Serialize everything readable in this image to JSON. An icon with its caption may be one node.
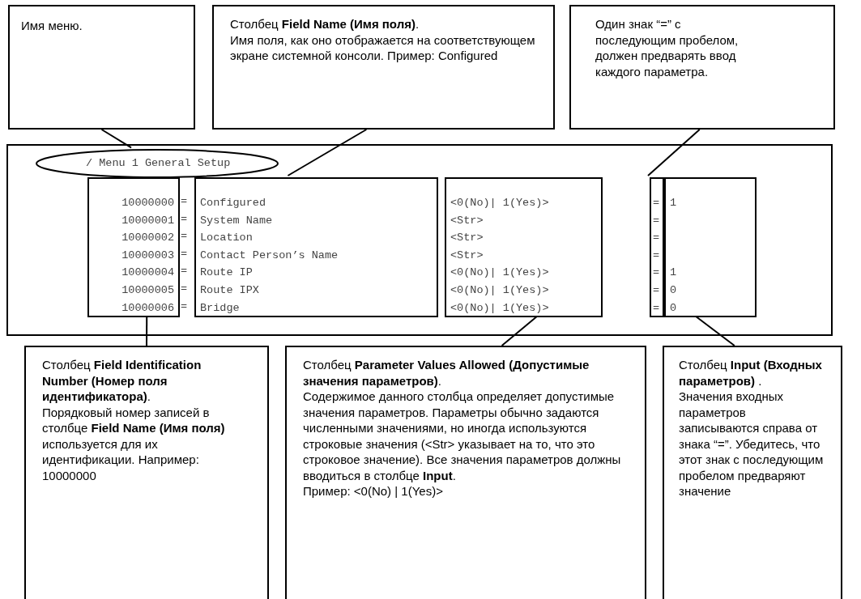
{
  "diagram": {
    "nodes": [
      {
        "text": [
          "Имя меню."
        ]
      },
      {
        "text": [
          "Столбец **Field Name (Имя поля)**.",
          "Имя поля, как оно отображается на соответствующем экране системной консоли. Пример: Configured"
        ]
      },
      {
        "text": [
          "Один знак “=” с последующим пробелом, должен предварять ввод каждого параметра."
        ]
      },
      {
        "text": [],
        "shape": "box"
      },
      {
        "text": [
          "/ Menu 1 General Setup"
        ],
        "in": 3
      },
      {
        "text": [
          "10000000",
          "10000001",
          "10000002",
          "10000003",
          "10000004",
          "10000005",
          "10000006"
        ],
        "in": 3
      },
      {
        "text": [
          "Configured",
          "System Name",
          "Location",
          "Contact Person’s Name",
          "Route IP",
          "Route IPX",
          "Bridge"
        ],
        "in": 3
      },
      {
        "text": [
          "<0(No)| 1(Yes)>",
          "<Str>",
          "<Str>",
          "<Str>",
          "<0(No)| 1(Yes)>",
          "<0(No)| 1(Yes)>",
          "<0(No)| 1(Yes)>"
        ],
        "in": 3
      },
      {
        "text": [
          "=",
          "=",
          "=",
          "=",
          "=",
          "=",
          "="
        ],
        "in": 3
      },
      {
        "text": [
          "1",
          "1",
          "0",
          "0"
        ],
        "in": 3
      },
      {
        "text": [
          "Столбец **Field Identification Number (Номер поля идентификатора)**.",
          "Порядковый номер записей в столбце **Field Name (Имя поля)** используется для их идентификации. Например: 10000000"
        ]
      },
      {
        "text": [
          "Столбец **Parameter Values Allowed (Допустимые значения параметров)**.",
          "Содержимое данного столбца определяет допустимые значения параметров. Параметры обычно задаются численными значениями, но иногда используются строковые значения (<Str> указывает на то, что это строковое значение). Все значения параметров должны вводиться в столбце **Input**.",
          "Пример: <0(No) | 1(Yes)>"
        ]
      },
      {
        "text": [
          "Столбец **Input (Входных параметров)** .",
          "Значения входных параметров записываются справа от знака “=”. Убедитесь, что этот знак с последующим пробелом предваряют значение"
        ]
      }
    ],
    "edges": [
      {
        "from": 0,
        "to": 4,
        "arrow": "none"
      },
      {
        "from": 1,
        "to": 6,
        "arrow": "none"
      },
      {
        "from": 2,
        "to": 8,
        "arrow": "none"
      },
      {
        "from": 10,
        "to": 5,
        "arrow": "none"
      },
      {
        "from": 11,
        "to": 7,
        "arrow": "none"
      },
      {
        "from": 12,
        "to": 9,
        "arrow": "none"
      }
    ],
    "labels": [
      "=",
      "=",
      "=",
      "=",
      "=",
      "=",
      "="
    ]
  }
}
